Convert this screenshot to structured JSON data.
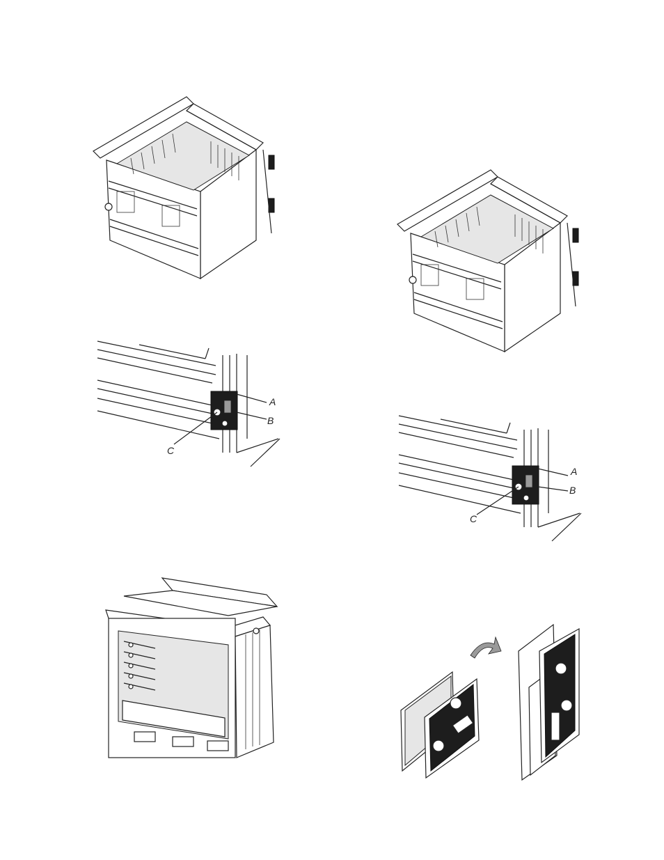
{
  "figures": {
    "detail_1": {
      "labels": {
        "a": "A",
        "b": "B",
        "c": "C"
      }
    },
    "detail_2": {
      "labels": {
        "a": "A",
        "b": "B",
        "c": "C"
      }
    }
  }
}
